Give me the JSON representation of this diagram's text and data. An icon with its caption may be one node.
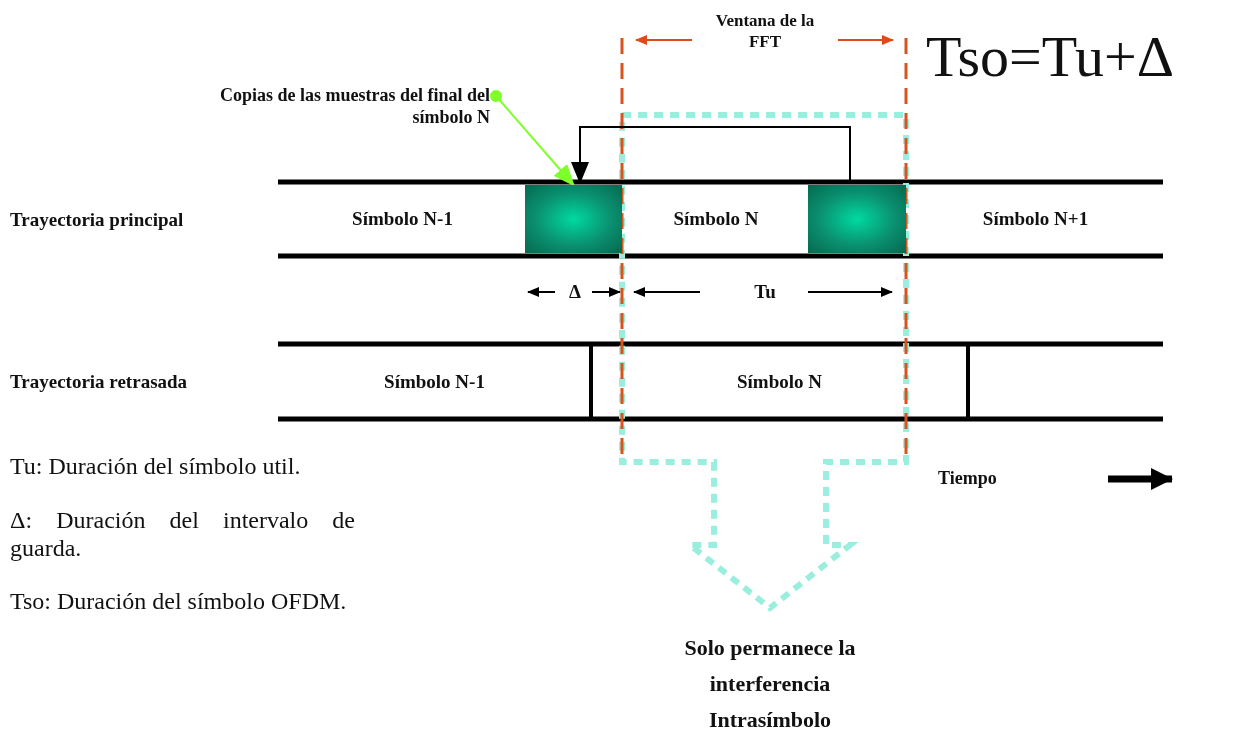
{
  "diagram": {
    "nodes": [
      {
        "text": [
          "Copias de las muestras del final del símbolo N"
        ]
      },
      {
        "text": [],
        "shape": "box"
      },
      {
        "text": [],
        "shape": "box"
      },
      {
        "text": [
          "Símbolo N-1"
        ]
      },
      {
        "text": [
          "Símbolo N"
        ]
      },
      {
        "text": [
          "Símbolo N+1"
        ]
      },
      {
        "text": [
          "Símbolo N-1"
        ]
      },
      {
        "text": [
          "Símbolo N"
        ]
      }
    ],
    "edges": [
      {
        "from": 0,
        "to": 1,
        "arrow": "to",
        "color": "#7fff2a"
      },
      {
        "from": 2,
        "to": 1,
        "arrow": "to",
        "color": "#000000"
      }
    ],
    "labels": [
      "Ventana de la FFT",
      "Tso=Tu+Δ",
      "Trayectoria principal",
      "Δ",
      "Tu",
      "Trayectoria retrasada",
      "Tiempo",
      "Tu: Duración del símbolo util.",
      "Δ: Duración del intervalo de guarda.",
      "Tso: Duración del símbolo OFDM.",
      "Solo permanece la interferencia Intrasímbolo"
    ]
  }
}
